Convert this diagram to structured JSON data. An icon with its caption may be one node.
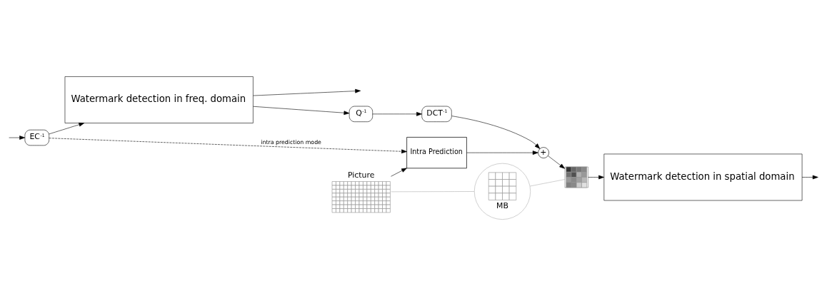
{
  "diagram": {
    "nodes": [
      {
        "text": [
          "EC$^{-1}$"
        ]
      },
      {
        "text": [
          "Watermark detection in freq. domain"
        ]
      },
      {
        "text": [
          "Q$^{-1}$"
        ]
      },
      {
        "text": [
          "DCT$^{-1}$"
        ]
      },
      {
        "text": [
          "Intra Prediction"
        ]
      },
      {
        "text": [
          "+"
        ]
      },
      {
        "text": [
          "Picture"
        ]
      },
      {
        "text": [],
        "shape": "box"
      },
      {
        "text": [
          "Watermark detection in spatial domain"
        ]
      },
      {
        "text": [
          "MB"
        ]
      }
    ],
    "edges": [
      {
        "from": null,
        "to": 0,
        "arrow": "to"
      },
      {
        "from": 0,
        "to": 1,
        "arrow": "to"
      },
      {
        "from": 0,
        "to": 4,
        "arrow": "to",
        "style": "dashed",
        "label": "intra prediction mode"
      },
      {
        "from": 1,
        "to": null,
        "arrow": "to"
      },
      {
        "from": 1,
        "to": 2,
        "arrow": "to"
      },
      {
        "from": 2,
        "to": 3,
        "arrow": "to"
      },
      {
        "from": 3,
        "to": 5,
        "arrow": "to"
      },
      {
        "from": 4,
        "to": 5,
        "arrow": "to"
      },
      {
        "from": 6,
        "to": 4,
        "arrow": "to"
      },
      {
        "from": 5,
        "to": 7,
        "arrow": "to"
      },
      {
        "from": 7,
        "to": 8,
        "arrow": "to"
      },
      {
        "from": 8,
        "to": null,
        "arrow": "to"
      },
      {
        "from": 6,
        "to": 9,
        "arrow": "none",
        "color": "#b0b0b0"
      },
      {
        "from": 9,
        "to": 7,
        "arrow": "none",
        "color": "#b0b0b0"
      }
    ]
  }
}
